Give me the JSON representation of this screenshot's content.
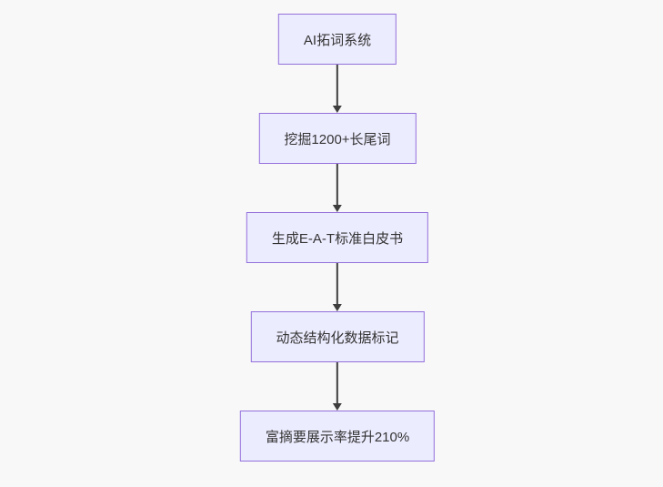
{
  "diagram": {
    "type": "flowchart",
    "direction": "top-down",
    "nodes": [
      {
        "id": "n1",
        "label": "AI拓词系统"
      },
      {
        "id": "n2",
        "label": "挖掘1200+长尾词"
      },
      {
        "id": "n3",
        "label": "生成E-A-T标准白皮书"
      },
      {
        "id": "n4",
        "label": "动态结构化数据标记"
      },
      {
        "id": "n5",
        "label": "富摘要展示率提升210%"
      }
    ],
    "edges": [
      {
        "from": "n1",
        "to": "n2"
      },
      {
        "from": "n2",
        "to": "n3"
      },
      {
        "from": "n3",
        "to": "n4"
      },
      {
        "from": "n4",
        "to": "n5"
      }
    ],
    "colors": {
      "background": "#f8f8f8",
      "node_fill": "#ececff",
      "node_border": "#9370db",
      "text": "#333333",
      "arrow": "#3d3d3d"
    }
  }
}
